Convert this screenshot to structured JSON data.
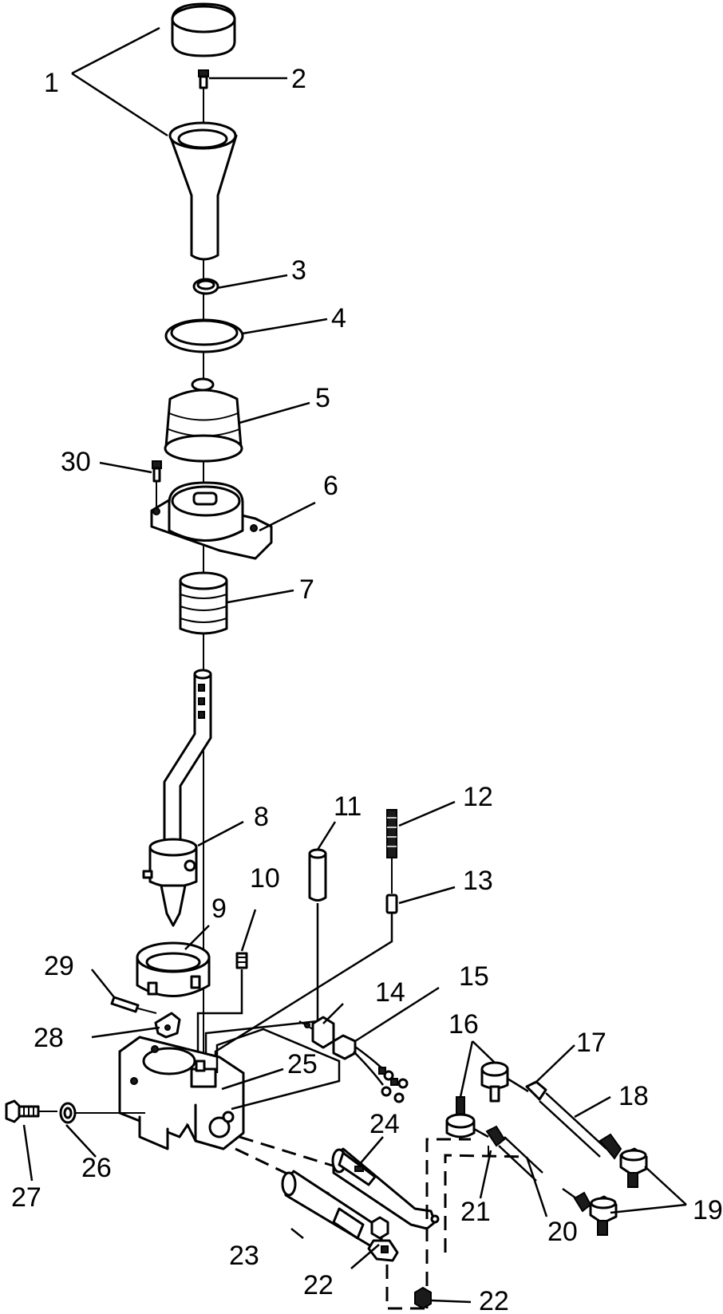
{
  "callouts": [
    {
      "id": "1",
      "label": "1"
    },
    {
      "id": "2",
      "label": "2"
    },
    {
      "id": "3",
      "label": "3"
    },
    {
      "id": "4",
      "label": "4"
    },
    {
      "id": "5",
      "label": "5"
    },
    {
      "id": "6",
      "label": "6"
    },
    {
      "id": "7",
      "label": "7"
    },
    {
      "id": "8",
      "label": "8"
    },
    {
      "id": "9",
      "label": "9"
    },
    {
      "id": "10",
      "label": "10"
    },
    {
      "id": "11",
      "label": "11"
    },
    {
      "id": "12",
      "label": "12"
    },
    {
      "id": "13",
      "label": "13"
    },
    {
      "id": "14",
      "label": "14"
    },
    {
      "id": "15",
      "label": "15"
    },
    {
      "id": "16",
      "label": "16"
    },
    {
      "id": "17",
      "label": "17"
    },
    {
      "id": "18",
      "label": "18"
    },
    {
      "id": "19",
      "label": "19"
    },
    {
      "id": "20",
      "label": "20"
    },
    {
      "id": "21",
      "label": "21"
    },
    {
      "id": "22a",
      "label": "22"
    },
    {
      "id": "22b",
      "label": "22"
    },
    {
      "id": "23",
      "label": "23"
    },
    {
      "id": "24",
      "label": "24"
    },
    {
      "id": "25",
      "label": "25"
    },
    {
      "id": "26",
      "label": "26"
    },
    {
      "id": "27",
      "label": "27"
    },
    {
      "id": "28",
      "label": "28"
    },
    {
      "id": "29",
      "label": "29"
    },
    {
      "id": "30",
      "label": "30"
    }
  ]
}
